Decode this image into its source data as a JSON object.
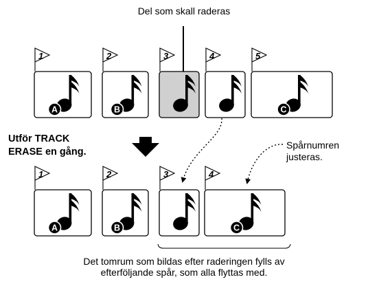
{
  "labels": {
    "target_caption": "Del som skall raderas",
    "action_line1": "Utför TRACK",
    "action_line2": "ERASE en gång.",
    "renumber_line1": "Spårnumren",
    "renumber_line2": "justeras.",
    "bottom_line1": "Det tomrum som bildas efter raderingen fylls av",
    "bottom_line2": "efterföljande spår, som alla flyttas med."
  },
  "before_tracks": [
    {
      "number": "1",
      "letter": "A",
      "wide": false,
      "erased": false
    },
    {
      "number": "2",
      "letter": "B",
      "wide": false,
      "erased": false
    },
    {
      "number": "3",
      "letter": "",
      "wide": false,
      "erased": true
    },
    {
      "number": "4",
      "letter": "",
      "wide": false,
      "erased": false
    },
    {
      "number": "5",
      "letter": "C",
      "wide": true,
      "erased": false
    }
  ],
  "after_tracks": [
    {
      "number": "1",
      "letter": "A",
      "wide": false
    },
    {
      "number": "2",
      "letter": "B",
      "wide": false
    },
    {
      "number": "3",
      "letter": "",
      "wide": false
    },
    {
      "number": "4",
      "letter": "C",
      "wide": true
    }
  ],
  "colors": {
    "erased_fill": "#d0d0d0",
    "ink": "#000000"
  },
  "icons": {
    "note": "music-note-icon",
    "flag": "track-flag-icon",
    "down_arrow": "down-arrow-icon"
  }
}
